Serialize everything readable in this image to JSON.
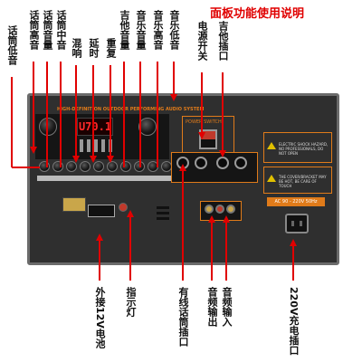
{
  "title": "面板功能使用说明",
  "top_labels": [
    "话筒低音",
    "话筒高音",
    "话筒音量",
    "话筒中音",
    "混响",
    "延时",
    "重复",
    "吉他音量",
    "音乐音量",
    "音乐高音",
    "音乐低音",
    "电源开关",
    "吉他插口"
  ],
  "bottom_labels": [
    "外接12V电池",
    "指示灯",
    "有线话筒插口",
    "音频输出",
    "音频输入",
    "220V充电插口"
  ],
  "panel": {
    "header_text": "HIGH-DEFINITION OUTDOOR PERFORMING AUDIO SYSTEM",
    "display_value": "U70.1",
    "power_label": "POWER SWITCH",
    "warning_1": "ELECTRIC SHOCK HAZARD, NO PROFESSIONALS, DO NOT OPEN",
    "warning_2": "THE COVER/BRACKET MAY BE HOT, BE CARE OF TOUCH",
    "voltage_text": "AC 90 - 220V 50Hz"
  },
  "colors": {
    "arrow": "#e00000",
    "title": "#e00000",
    "panel": "#2f2f2f",
    "accent": "#e07b1a"
  }
}
